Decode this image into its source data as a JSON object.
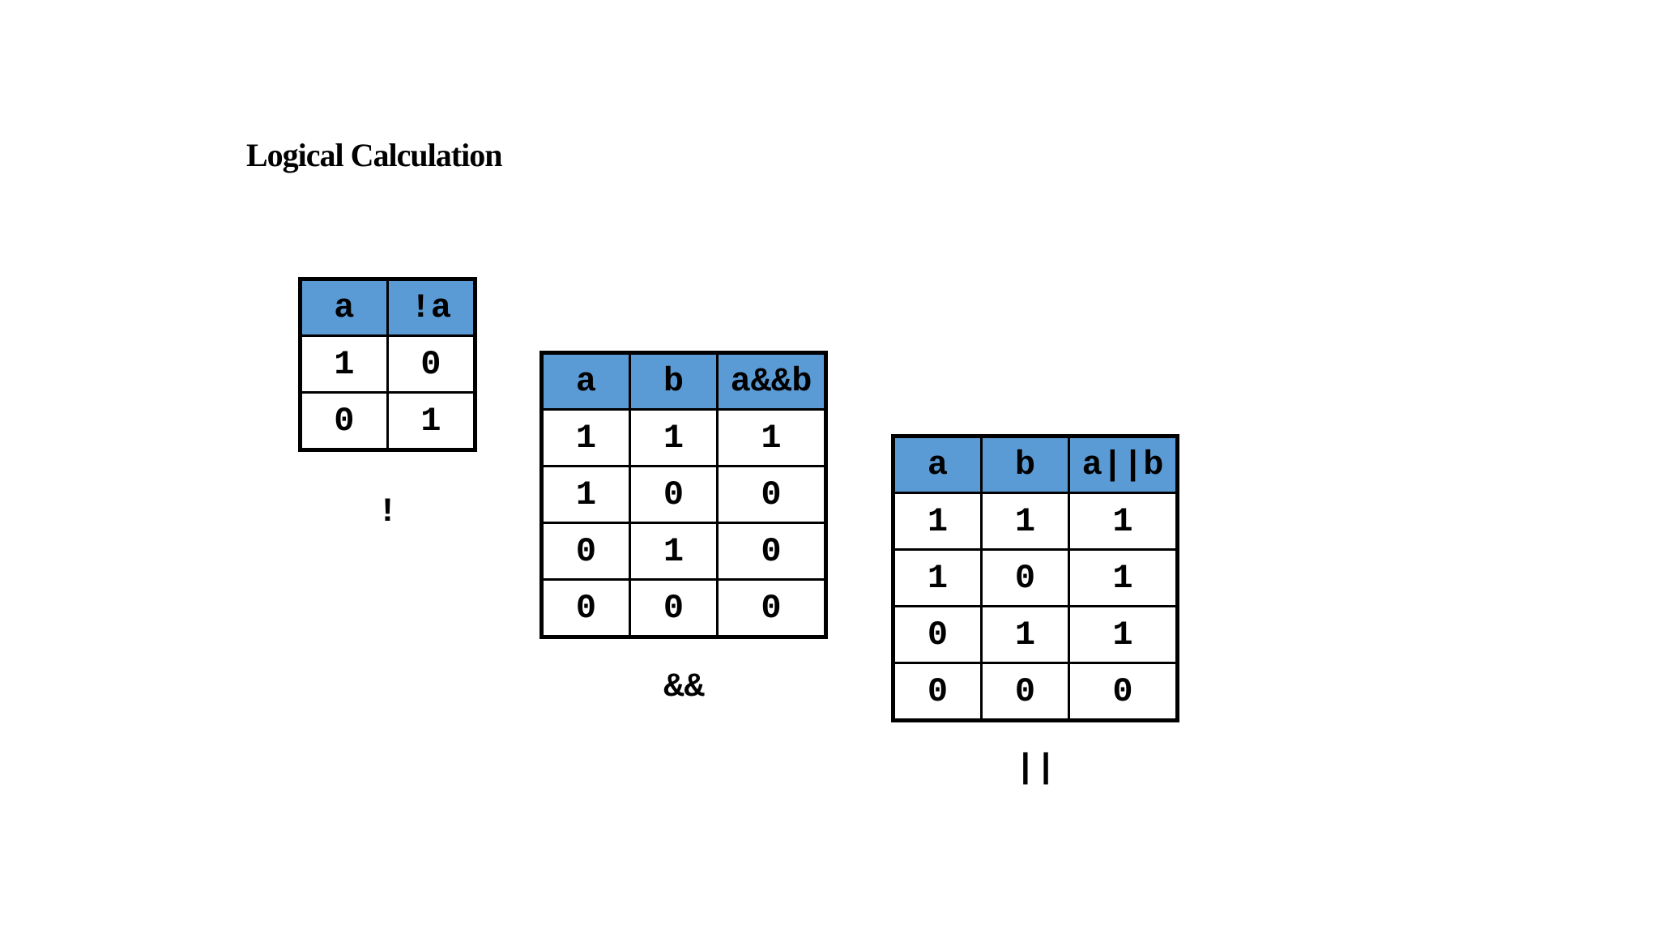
{
  "page": {
    "title": "Logical Calculation",
    "background_color": "#ffffff"
  },
  "colors": {
    "header_background": "#5B9BD5",
    "border": "#000000",
    "text": "#000000"
  },
  "tables": [
    {
      "name": "not",
      "operator_label": "!",
      "headers": [
        "a",
        "!a"
      ],
      "rows": [
        [
          "1",
          "0"
        ],
        [
          "0",
          "1"
        ]
      ]
    },
    {
      "name": "and",
      "operator_label": "&&",
      "headers": [
        "a",
        "b",
        "a&&b"
      ],
      "rows": [
        [
          "1",
          "1",
          "1"
        ],
        [
          "1",
          "0",
          "0"
        ],
        [
          "0",
          "1",
          "0"
        ],
        [
          "0",
          "0",
          "0"
        ]
      ]
    },
    {
      "name": "or",
      "operator_label": "||",
      "headers": [
        "a",
        "b",
        "a||b"
      ],
      "rows": [
        [
          "1",
          "1",
          "1"
        ],
        [
          "1",
          "0",
          "1"
        ],
        [
          "0",
          "1",
          "1"
        ],
        [
          "0",
          "0",
          "0"
        ]
      ]
    }
  ]
}
